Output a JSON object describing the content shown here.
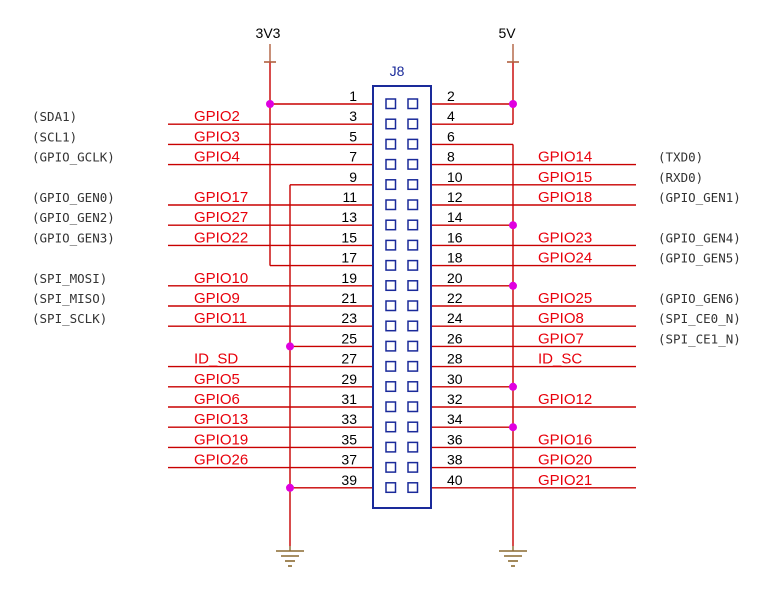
{
  "title": "J8",
  "power": {
    "left": "3V3",
    "right": "5V"
  },
  "colors": {
    "wire": "#c80000",
    "conn": "#1a2a9a",
    "junction": "#e000e0",
    "signal": "#e8000b",
    "stub": "#b0906a"
  },
  "left_pins": [
    {
      "num": "1",
      "signal": "",
      "alt": "",
      "net": "3v3"
    },
    {
      "num": "3",
      "signal": "GPIO2",
      "alt": "(SDA1)",
      "net": "out"
    },
    {
      "num": "5",
      "signal": "GPIO3",
      "alt": "(SCL1)",
      "net": "out"
    },
    {
      "num": "7",
      "signal": "GPIO4",
      "alt": "(GPIO_GCLK)",
      "net": "out"
    },
    {
      "num": "9",
      "signal": "",
      "alt": "",
      "net": "gnd"
    },
    {
      "num": "11",
      "signal": "GPIO17",
      "alt": "(GPIO_GEN0)",
      "net": "out"
    },
    {
      "num": "13",
      "signal": "GPIO27",
      "alt": "(GPIO_GEN2)",
      "net": "out"
    },
    {
      "num": "15",
      "signal": "GPIO22",
      "alt": "(GPIO_GEN3)",
      "net": "out"
    },
    {
      "num": "17",
      "signal": "",
      "alt": "",
      "net": "3v3"
    },
    {
      "num": "19",
      "signal": "GPIO10",
      "alt": "(SPI_MOSI)",
      "net": "out"
    },
    {
      "num": "21",
      "signal": "GPIO9",
      "alt": "(SPI_MISO)",
      "net": "out"
    },
    {
      "num": "23",
      "signal": "GPIO11",
      "alt": "(SPI_SCLK)",
      "net": "out"
    },
    {
      "num": "25",
      "signal": "",
      "alt": "",
      "net": "gnd"
    },
    {
      "num": "27",
      "signal": "ID_SD",
      "alt": "",
      "net": "out"
    },
    {
      "num": "29",
      "signal": "GPIO5",
      "alt": "",
      "net": "out"
    },
    {
      "num": "31",
      "signal": "GPIO6",
      "alt": "",
      "net": "out"
    },
    {
      "num": "33",
      "signal": "GPIO13",
      "alt": "",
      "net": "out"
    },
    {
      "num": "35",
      "signal": "GPIO19",
      "alt": "",
      "net": "out"
    },
    {
      "num": "37",
      "signal": "GPIO26",
      "alt": "",
      "net": "out"
    },
    {
      "num": "39",
      "signal": "",
      "alt": "",
      "net": "gnd"
    }
  ],
  "right_pins": [
    {
      "num": "2",
      "signal": "",
      "alt": "",
      "net": "5v"
    },
    {
      "num": "4",
      "signal": "",
      "alt": "",
      "net": "5v"
    },
    {
      "num": "6",
      "signal": "",
      "alt": "",
      "net": "gnd"
    },
    {
      "num": "8",
      "signal": "GPIO14",
      "alt": "(TXD0)",
      "net": "out"
    },
    {
      "num": "10",
      "signal": "GPIO15",
      "alt": "(RXD0)",
      "net": "out"
    },
    {
      "num": "12",
      "signal": "GPIO18",
      "alt": "(GPIO_GEN1)",
      "net": "out"
    },
    {
      "num": "14",
      "signal": "",
      "alt": "",
      "net": "gnd"
    },
    {
      "num": "16",
      "signal": "GPIO23",
      "alt": "(GPIO_GEN4)",
      "net": "out"
    },
    {
      "num": "18",
      "signal": "GPIO24",
      "alt": "(GPIO_GEN5)",
      "net": "out"
    },
    {
      "num": "20",
      "signal": "",
      "alt": "",
      "net": "gnd"
    },
    {
      "num": "22",
      "signal": "GPIO25",
      "alt": "(GPIO_GEN6)",
      "net": "out"
    },
    {
      "num": "24",
      "signal": "GPIO8",
      "alt": "(SPI_CE0_N)",
      "net": "out"
    },
    {
      "num": "26",
      "signal": "GPIO7",
      "alt": "(SPI_CE1_N)",
      "net": "out"
    },
    {
      "num": "28",
      "signal": "ID_SC",
      "alt": "",
      "net": "out"
    },
    {
      "num": "30",
      "signal": "",
      "alt": "",
      "net": "gnd"
    },
    {
      "num": "32",
      "signal": "GPIO12",
      "alt": "",
      "net": "out"
    },
    {
      "num": "34",
      "signal": "",
      "alt": "",
      "net": "gnd"
    },
    {
      "num": "36",
      "signal": "GPIO16",
      "alt": "",
      "net": "out"
    },
    {
      "num": "38",
      "signal": "GPIO20",
      "alt": "",
      "net": "out"
    },
    {
      "num": "40",
      "signal": "GPIO21",
      "alt": "",
      "net": "out"
    }
  ]
}
